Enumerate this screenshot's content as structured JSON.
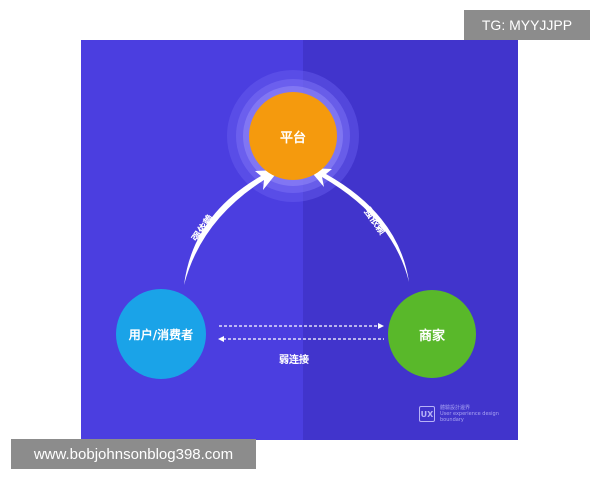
{
  "diagram": {
    "nodes": {
      "platform": "平台",
      "user": "用户/消费者",
      "merchant": "商家"
    },
    "edges": {
      "user_to_platform": "强依赖",
      "merchant_to_platform": "强依赖",
      "user_merchant": "弱连接"
    },
    "colors": {
      "background": "#4b3ee0",
      "platform": "#f59a0d",
      "user": "#1aa3e8",
      "merchant": "#59b82a"
    }
  },
  "logo": {
    "mark": "UX",
    "name_cn": "體驗設計邊界",
    "line1": "User experience design",
    "line2": "boundary"
  },
  "overlays": {
    "telegram_tag": "TG: MYYJJPP",
    "url_watermark": "www.bobjohnsonblog398.com"
  }
}
